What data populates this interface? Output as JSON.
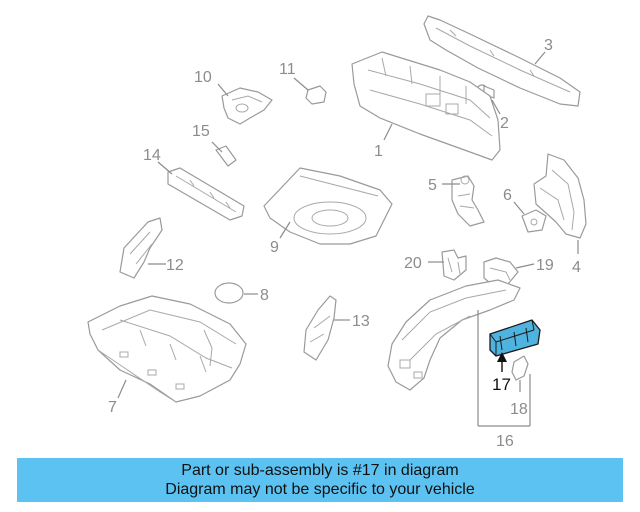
{
  "diagram": {
    "callouts": [
      {
        "id": "1",
        "text": "1"
      },
      {
        "id": "2",
        "text": "2"
      },
      {
        "id": "3",
        "text": "3"
      },
      {
        "id": "4",
        "text": "4"
      },
      {
        "id": "5",
        "text": "5"
      },
      {
        "id": "6",
        "text": "6"
      },
      {
        "id": "7",
        "text": "7"
      },
      {
        "id": "8",
        "text": "8"
      },
      {
        "id": "9",
        "text": "9"
      },
      {
        "id": "10",
        "text": "10"
      },
      {
        "id": "11",
        "text": "11"
      },
      {
        "id": "12",
        "text": "12"
      },
      {
        "id": "13",
        "text": "13"
      },
      {
        "id": "14",
        "text": "14"
      },
      {
        "id": "15",
        "text": "15"
      },
      {
        "id": "16",
        "text": "16"
      },
      {
        "id": "17",
        "text": "17"
      },
      {
        "id": "18",
        "text": "18"
      },
      {
        "id": "19",
        "text": "19"
      },
      {
        "id": "20",
        "text": "20"
      }
    ],
    "highlighted_part": "17",
    "highlight_color": "#4fb3e0"
  },
  "banner": {
    "line1": "Part or sub-assembly is #17 in diagram",
    "line2": "Diagram may not be specific to your vehicle",
    "color": "#5cc2f2"
  }
}
